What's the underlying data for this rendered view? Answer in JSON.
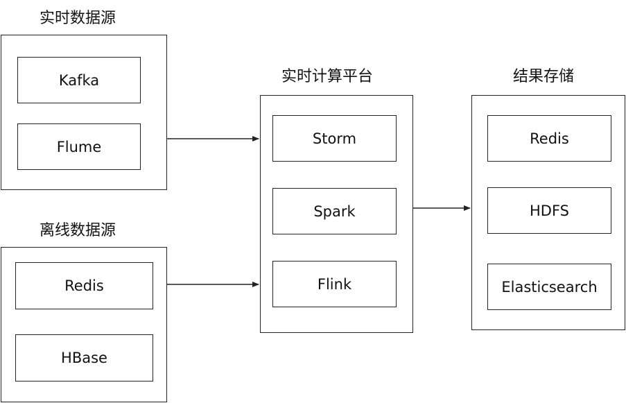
{
  "groups": {
    "realtime_sources": {
      "title": "实时数据源",
      "items": [
        "Kafka",
        "Flume"
      ]
    },
    "offline_sources": {
      "title": "离线数据源",
      "items": [
        "Redis",
        "HBase"
      ]
    },
    "compute_platform": {
      "title": "实时计算平台",
      "items": [
        "Storm",
        "Spark",
        "Flink"
      ]
    },
    "result_storage": {
      "title": "结果存储",
      "items": [
        "Redis",
        "HDFS",
        "Elasticsearch"
      ]
    }
  },
  "colors": {
    "stroke": "#222222",
    "text": "#111111",
    "background": "#ffffff"
  }
}
